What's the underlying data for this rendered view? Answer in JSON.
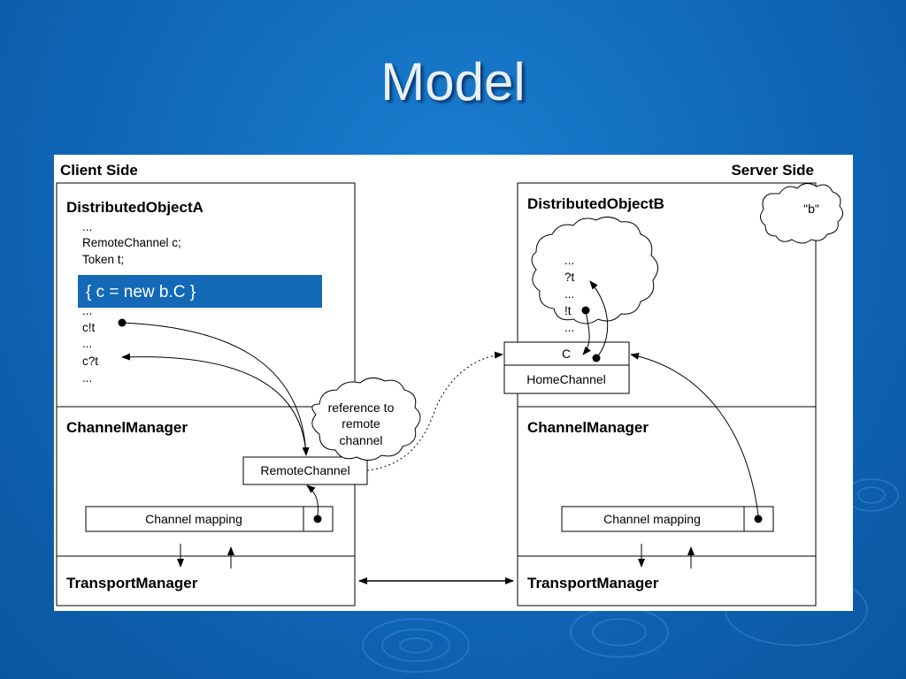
{
  "slide": {
    "title": "Model"
  },
  "diagram": {
    "client_side": "Client Side",
    "server_side": "Server Side",
    "obj_a": {
      "title": "DistributedObjectA",
      "code_lines": [
        "...",
        "RemoteChannel c;",
        "Token t;"
      ],
      "highlight": "{ c = new b.C }",
      "lines_after": [
        "...",
        "c!t",
        "...",
        "c?t",
        "..."
      ]
    },
    "obj_b": {
      "title": "DistributedObjectB",
      "name_cloud": "\"b\"",
      "cloud_lines": [
        "...",
        "?t",
        "...",
        "!t",
        "..."
      ],
      "class_c": "C",
      "home_channel": "HomeChannel"
    },
    "client_channel_manager": "ChannelManager",
    "server_channel_manager": "ChannelManager",
    "remote_channel": "RemoteChannel",
    "reference_cloud": [
      "reference to",
      "remote",
      "channel"
    ],
    "client_channel_mapping": "Channel mapping",
    "server_channel_mapping": "Channel mapping",
    "client_transport": "TransportManager",
    "server_transport": "TransportManager",
    "colors": {
      "background": "#0f66b6",
      "highlight": "#1369b6",
      "panel": "#ffffff"
    }
  }
}
